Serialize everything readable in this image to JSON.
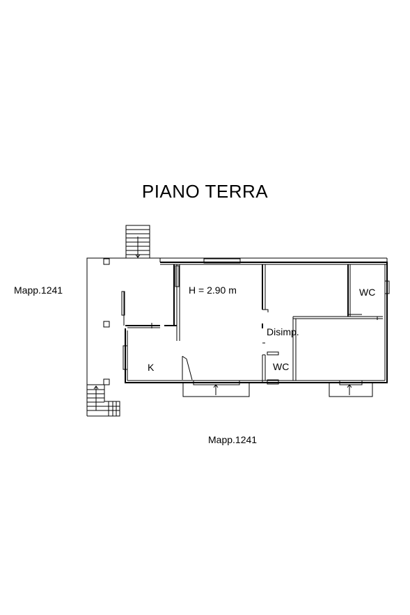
{
  "title": "PIANO TERRA",
  "labels": {
    "mapp_left": "Mapp.1241",
    "mapp_bottom": "Mapp.1241"
  },
  "rooms": {
    "height": "H = 2.90 m",
    "kitchen": "K",
    "disimpegno": "Disimp.",
    "wc_small": "WC",
    "wc_right": "WC"
  }
}
